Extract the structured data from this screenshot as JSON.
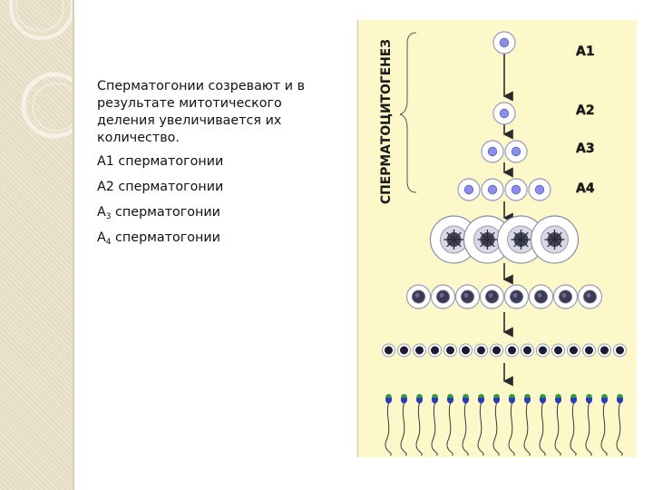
{
  "text": {
    "intro": "Сперматогонии созревают и в результате митотического деления увеличивается их количество.",
    "lines": [
      {
        "prefix": "А1",
        "sub": "",
        "rest": " сперматогонии"
      },
      {
        "prefix": "А2",
        "sub": "",
        "rest": " сперматогонии"
      },
      {
        "prefix": "А",
        "sub": "3",
        "rest": " сперматогонии"
      },
      {
        "prefix": "А",
        "sub": "4",
        "rest": " сперматогонии"
      }
    ]
  },
  "figure": {
    "vertical_title": "СПЕРМАТОЦИТОГЕНЕЗ",
    "stage_labels": [
      "А1",
      "А2",
      "А3",
      "А4"
    ],
    "rows": [
      {
        "kind": "spermatogonium",
        "count": 1
      },
      {
        "kind": "spermatogonium",
        "count": 1
      },
      {
        "kind": "spermatogonium",
        "count": 2
      },
      {
        "kind": "spermatogonium",
        "count": 4
      },
      {
        "kind": "primary-spermatocyte",
        "count": 4
      },
      {
        "kind": "secondary-spermatocyte",
        "count": 8
      },
      {
        "kind": "spermatid",
        "count": 16
      },
      {
        "kind": "spermatozoon",
        "count": 16
      }
    ],
    "colors": {
      "background": "#fcf8ca",
      "nucleus": "#8a8ee6",
      "dark_nucleus": "#1c1c2e",
      "label": "#1a1a1a",
      "sperm_head": "#2a3ab8",
      "sperm_cap": "#2e9a3c"
    }
  }
}
